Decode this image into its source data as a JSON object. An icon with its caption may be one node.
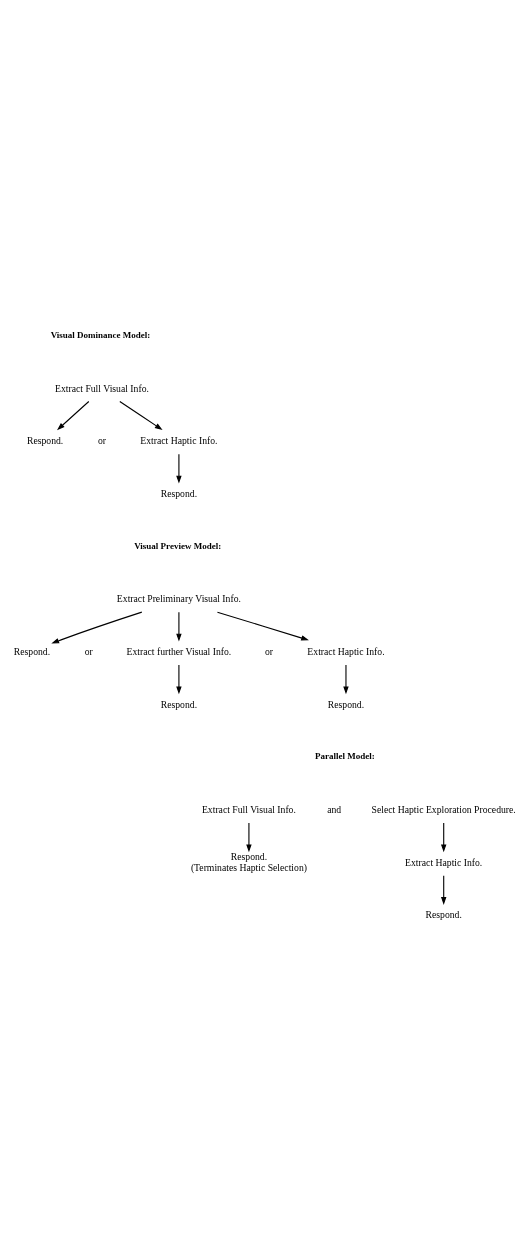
{
  "diagram": {
    "nodes": [
      {
        "text": [
          "Extract Full Visual Info."
        ]
      },
      {
        "text": [
          "Respond."
        ]
      },
      {
        "text": [
          "Extract Haptic Info."
        ]
      },
      {
        "text": [
          "Respond."
        ]
      },
      {
        "text": [
          "Extract Preliminary Visual Info."
        ]
      },
      {
        "text": [
          "Respond."
        ]
      },
      {
        "text": [
          "Extract further Visual Info."
        ]
      },
      {
        "text": [
          "Extract Haptic Info."
        ]
      },
      {
        "text": [
          "Respond."
        ]
      },
      {
        "text": [
          "Respond."
        ]
      },
      {
        "text": [
          "Extract Full Visual Info."
        ]
      },
      {
        "text": [
          "Select Haptic Exploration Procedure."
        ]
      },
      {
        "text": [
          "Respond.",
          "(Terminates Haptic Selection)"
        ]
      },
      {
        "text": [
          "Extract Haptic Info."
        ]
      },
      {
        "text": [
          "Respond."
        ]
      }
    ],
    "edges": [
      {
        "from": 0,
        "to": 1,
        "arrow": "to"
      },
      {
        "from": 0,
        "to": 2,
        "arrow": "to"
      },
      {
        "from": 2,
        "to": 3,
        "arrow": "to"
      },
      {
        "from": 4,
        "to": 5,
        "arrow": "to"
      },
      {
        "from": 4,
        "to": 6,
        "arrow": "to"
      },
      {
        "from": 4,
        "to": 7,
        "arrow": "to"
      },
      {
        "from": 6,
        "to": 8,
        "arrow": "to"
      },
      {
        "from": 7,
        "to": 9,
        "arrow": "to"
      },
      {
        "from": 10,
        "to": 12,
        "arrow": "to"
      },
      {
        "from": 11,
        "to": 13,
        "arrow": "to"
      },
      {
        "from": 13,
        "to": 14,
        "arrow": "to"
      }
    ],
    "labels": [
      "Visual Dominance Model:",
      "or",
      "Visual Preview Model:",
      "or",
      "or",
      "Parallel Model:",
      "and"
    ]
  }
}
